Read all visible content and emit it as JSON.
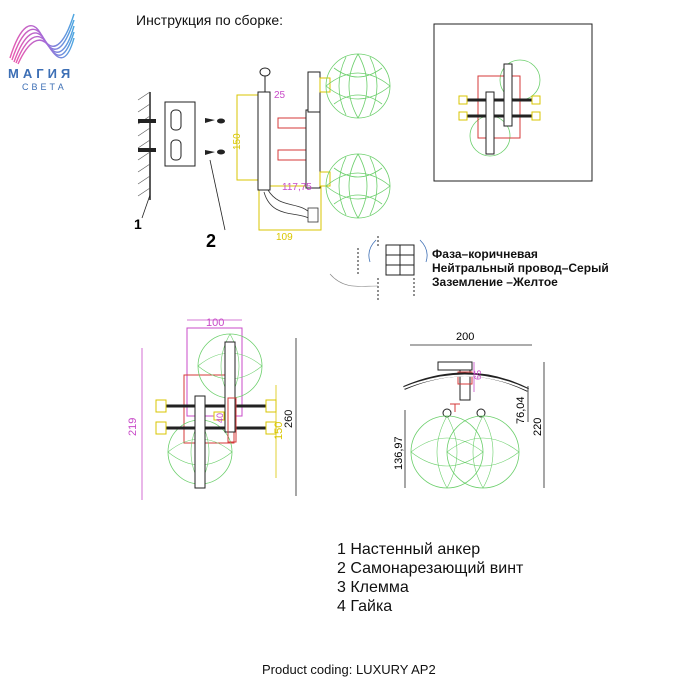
{
  "header": {
    "title": "Инструкция по сборке:"
  },
  "logo": {
    "word": "МАГИЯ",
    "sub": "СВЕТА"
  },
  "dimensions": {
    "d25": "25",
    "d150_side": "150",
    "d117": "117,75",
    "d109": "109",
    "d100": "100",
    "d219": "219",
    "d260": "260",
    "d150_front": "150",
    "d40": "40",
    "d200": "200",
    "d65": "65",
    "d76": "76,04",
    "d220": "220",
    "d136": "136,97"
  },
  "callouts": {
    "c1": "1",
    "c2": "2"
  },
  "wiring": {
    "phase": "Фаза–коричневая",
    "neutral": "Нейтральный провод–Серый",
    "ground": "Заземление –Желтое"
  },
  "legend": {
    "item1": "1 Настенный анкер",
    "item2": "2 Самонарезающий винт",
    "item3": "3 Клемма",
    "item4": "4 Гайка"
  },
  "footer": {
    "product": "Product coding: LUXURY AP2"
  },
  "colors": {
    "globe": "#6ccf6c",
    "dimension": "#c84bc8",
    "frame": "#d9c600",
    "red": "#d43a3a",
    "brand": "#3d6fb5"
  }
}
